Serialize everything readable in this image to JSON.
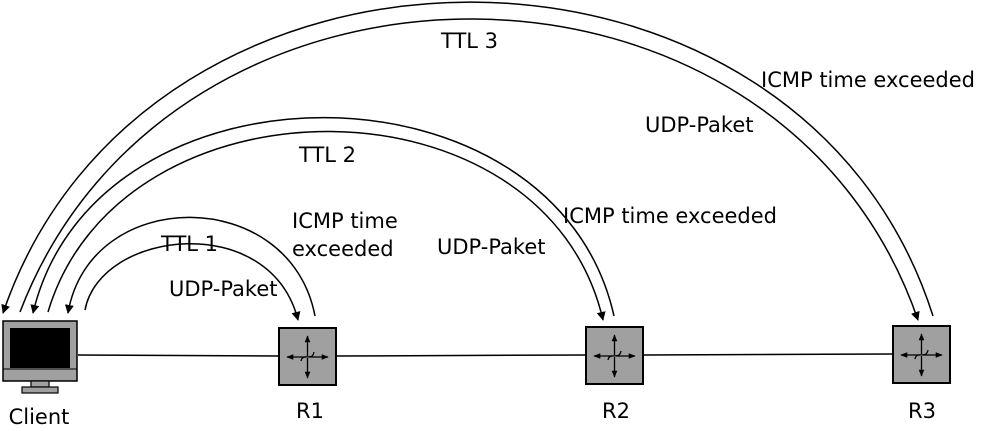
{
  "client": {
    "label": "Client"
  },
  "routers": [
    {
      "label": "R1"
    },
    {
      "label": "R2"
    },
    {
      "label": "R3"
    }
  ],
  "hops": [
    {
      "ttl": "TTL 1",
      "send": "UDP-Paket",
      "reply_line1": "ICMP time",
      "reply_line2": "exceeded"
    },
    {
      "ttl": "TTL 2",
      "send": "UDP-Paket",
      "reply": "ICMP time exceeded"
    },
    {
      "ttl": "TTL 3",
      "send": "UDP-Paket",
      "reply": "ICMP time exceeded"
    }
  ],
  "colors": {
    "device_fill": "#a0a0a0",
    "screen": "#000000",
    "line": "#000000"
  }
}
